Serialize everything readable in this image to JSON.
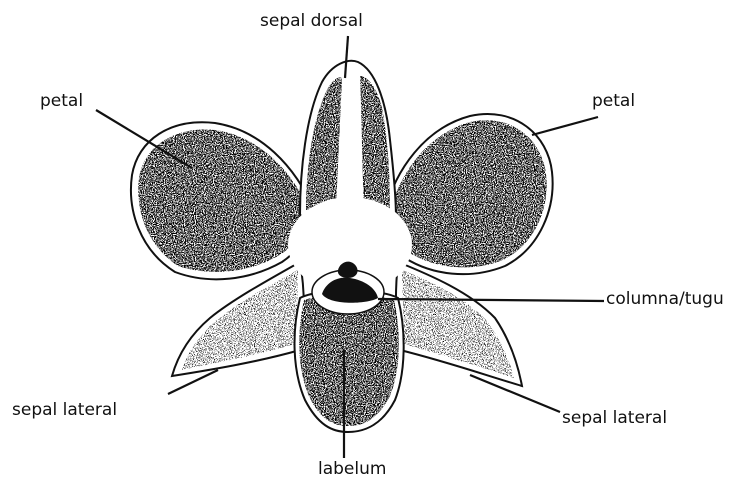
{
  "diagram": {
    "labels": {
      "sepal_dorsal": "sepal dorsal",
      "petal_left": "petal",
      "petal_right": "petal",
      "columna": "columna/tugu",
      "sepal_lateral_left": "sepal lateral",
      "sepal_lateral_right": "sepal lateral",
      "labelum": "labelum"
    },
    "colors": {
      "ink": "#111111",
      "background": "#ffffff"
    }
  }
}
